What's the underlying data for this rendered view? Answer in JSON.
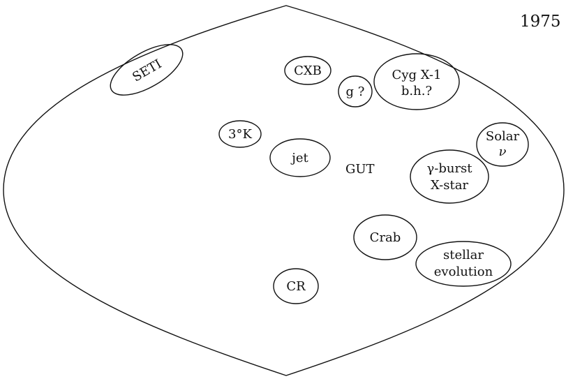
{
  "year": "1975",
  "center_label": "GUT",
  "items": [
    {
      "id": "seti",
      "lines": [
        "SETI"
      ]
    },
    {
      "id": "cxb",
      "lines": [
        "CXB"
      ]
    },
    {
      "id": "g",
      "lines": [
        "g ?"
      ]
    },
    {
      "id": "cyg-x1",
      "lines": [
        "Cyg X-1",
        "b.h.?"
      ]
    },
    {
      "id": "3k",
      "lines": [
        "3°K"
      ]
    },
    {
      "id": "jet",
      "lines": [
        "jet"
      ]
    },
    {
      "id": "solar-nu",
      "lines": [
        "Solar",
        "ν"
      ]
    },
    {
      "id": "gamma-burst",
      "lines": [
        "γ-burst",
        "X-star"
      ]
    },
    {
      "id": "crab",
      "lines": [
        "Crab"
      ]
    },
    {
      "id": "stellar-evolution",
      "lines": [
        "stellar",
        "evolution"
      ]
    },
    {
      "id": "cr",
      "lines": [
        "CR"
      ]
    }
  ]
}
